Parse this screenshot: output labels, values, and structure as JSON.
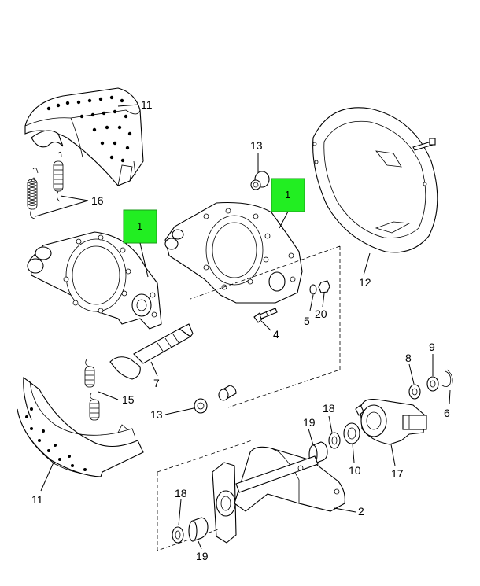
{
  "callouts": {
    "c11_top": "11",
    "c16": "16",
    "c1_left": "1",
    "c13_top": "13",
    "c1_right": "1",
    "c12": "12",
    "c5": "5",
    "c20": "20",
    "c4": "4",
    "c7": "7",
    "c15": "15",
    "c13_bottom": "13",
    "c8": "8",
    "c9": "9",
    "c6": "6",
    "c18_mid": "18",
    "c19_mid": "19",
    "c10": "10",
    "c17": "17",
    "c11_bottom": "11",
    "c2": "2",
    "c18_bottom": "18",
    "c19_bottom": "19"
  },
  "highlight_color": "#22ee22"
}
